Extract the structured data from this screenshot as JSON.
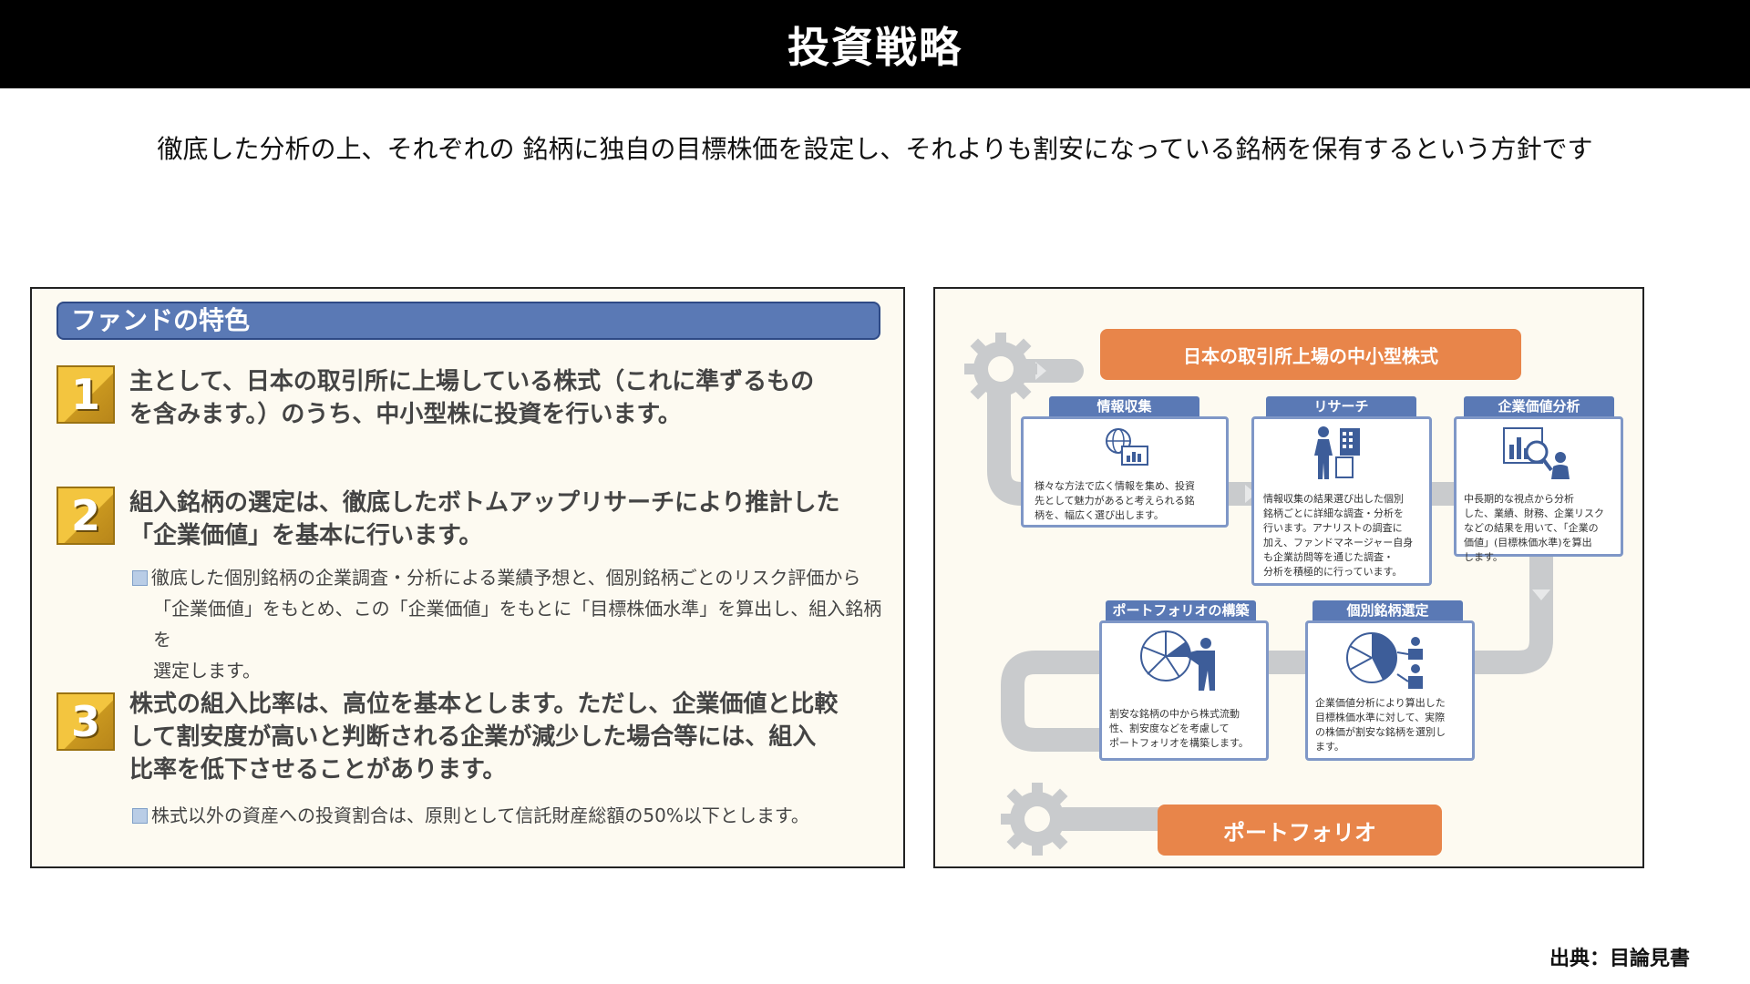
{
  "title": "投資戦略",
  "subtitle": "徹底した分析の上、それぞれの 銘柄に独自の目標株価を設定し、それよりも割安になっている銘柄を保有するという方針です",
  "features": {
    "header": "ファンドの特色",
    "items": [
      {
        "num": "1",
        "lines": [
          "主として、日本の取引所に上場している株式（これに準ずるもの",
          "を含みます。）のうち、中小型株に投資を行います。"
        ]
      },
      {
        "num": "2",
        "lines": [
          "組入銘柄の選定は、徹底したボトムアップリサーチにより推計した",
          "「企業価値」を基本に行います。"
        ],
        "note": [
          "徹底した個別銘柄の企業調査・分析による業績予想と、個別銘柄ごとのリスク評価から",
          "「企業価値」をもとめ、この「企業価値」をもとに「目標株価水準」を算出し、組入銘柄を",
          "選定します。"
        ]
      },
      {
        "num": "3",
        "lines": [
          "株式の組入比率は、高位を基本とします。ただし、企業価値と比較",
          "して割安度が高いと判断される企業が減少した場合等には、組入",
          "比率を低下させることがあります。"
        ],
        "note": [
          "株式以外の資産への投資割合は、原則として信託財産総額の50%以下とします。"
        ]
      }
    ]
  },
  "flow": {
    "top_banner": "日本の取引所上場の中小型株式",
    "bottom_banner": "ポートフォリオ",
    "cards": [
      {
        "tab": "情報収集",
        "lines": [
          "様々な方法で広く情報を集め、投資",
          "先として魅力があると考えられる銘",
          "柄を、幅広く選び出します。"
        ]
      },
      {
        "tab": "リサーチ",
        "lines": [
          "情報収集の結果選び出した個別",
          "銘柄ごとに詳細な調査・分析を",
          "行います。アナリストの調査に",
          "加え、ファンドマネージャー自身",
          "も企業訪問等を通じた調査・",
          "分析を積極的に行っています。"
        ]
      },
      {
        "tab": "企業価値分析",
        "lines": [
          "中長期的な視点から分析",
          "した、業績、財務、企業リスク",
          "などの結果を用いて、「企業の",
          "価値」(目標株価水準)を算出",
          "します。"
        ]
      },
      {
        "tab": "ポートフォリオの構築",
        "lines": [
          "割安な銘柄の中から株式流動",
          "性、割安度などを考慮して",
          "ポートフォリオを構築します。"
        ]
      },
      {
        "tab": "個別銘柄選定",
        "lines": [
          "企業価値分析により算出した",
          "目標株価水準に対して、実際",
          "の株価が割安な銘柄を選別し",
          "ます。"
        ]
      }
    ],
    "colors": {
      "banner": "#e8854a",
      "card_border": "#7f97c7",
      "tab": "#5a79b5",
      "track": "#c9cbcd"
    }
  },
  "source": "出典：目論見書"
}
